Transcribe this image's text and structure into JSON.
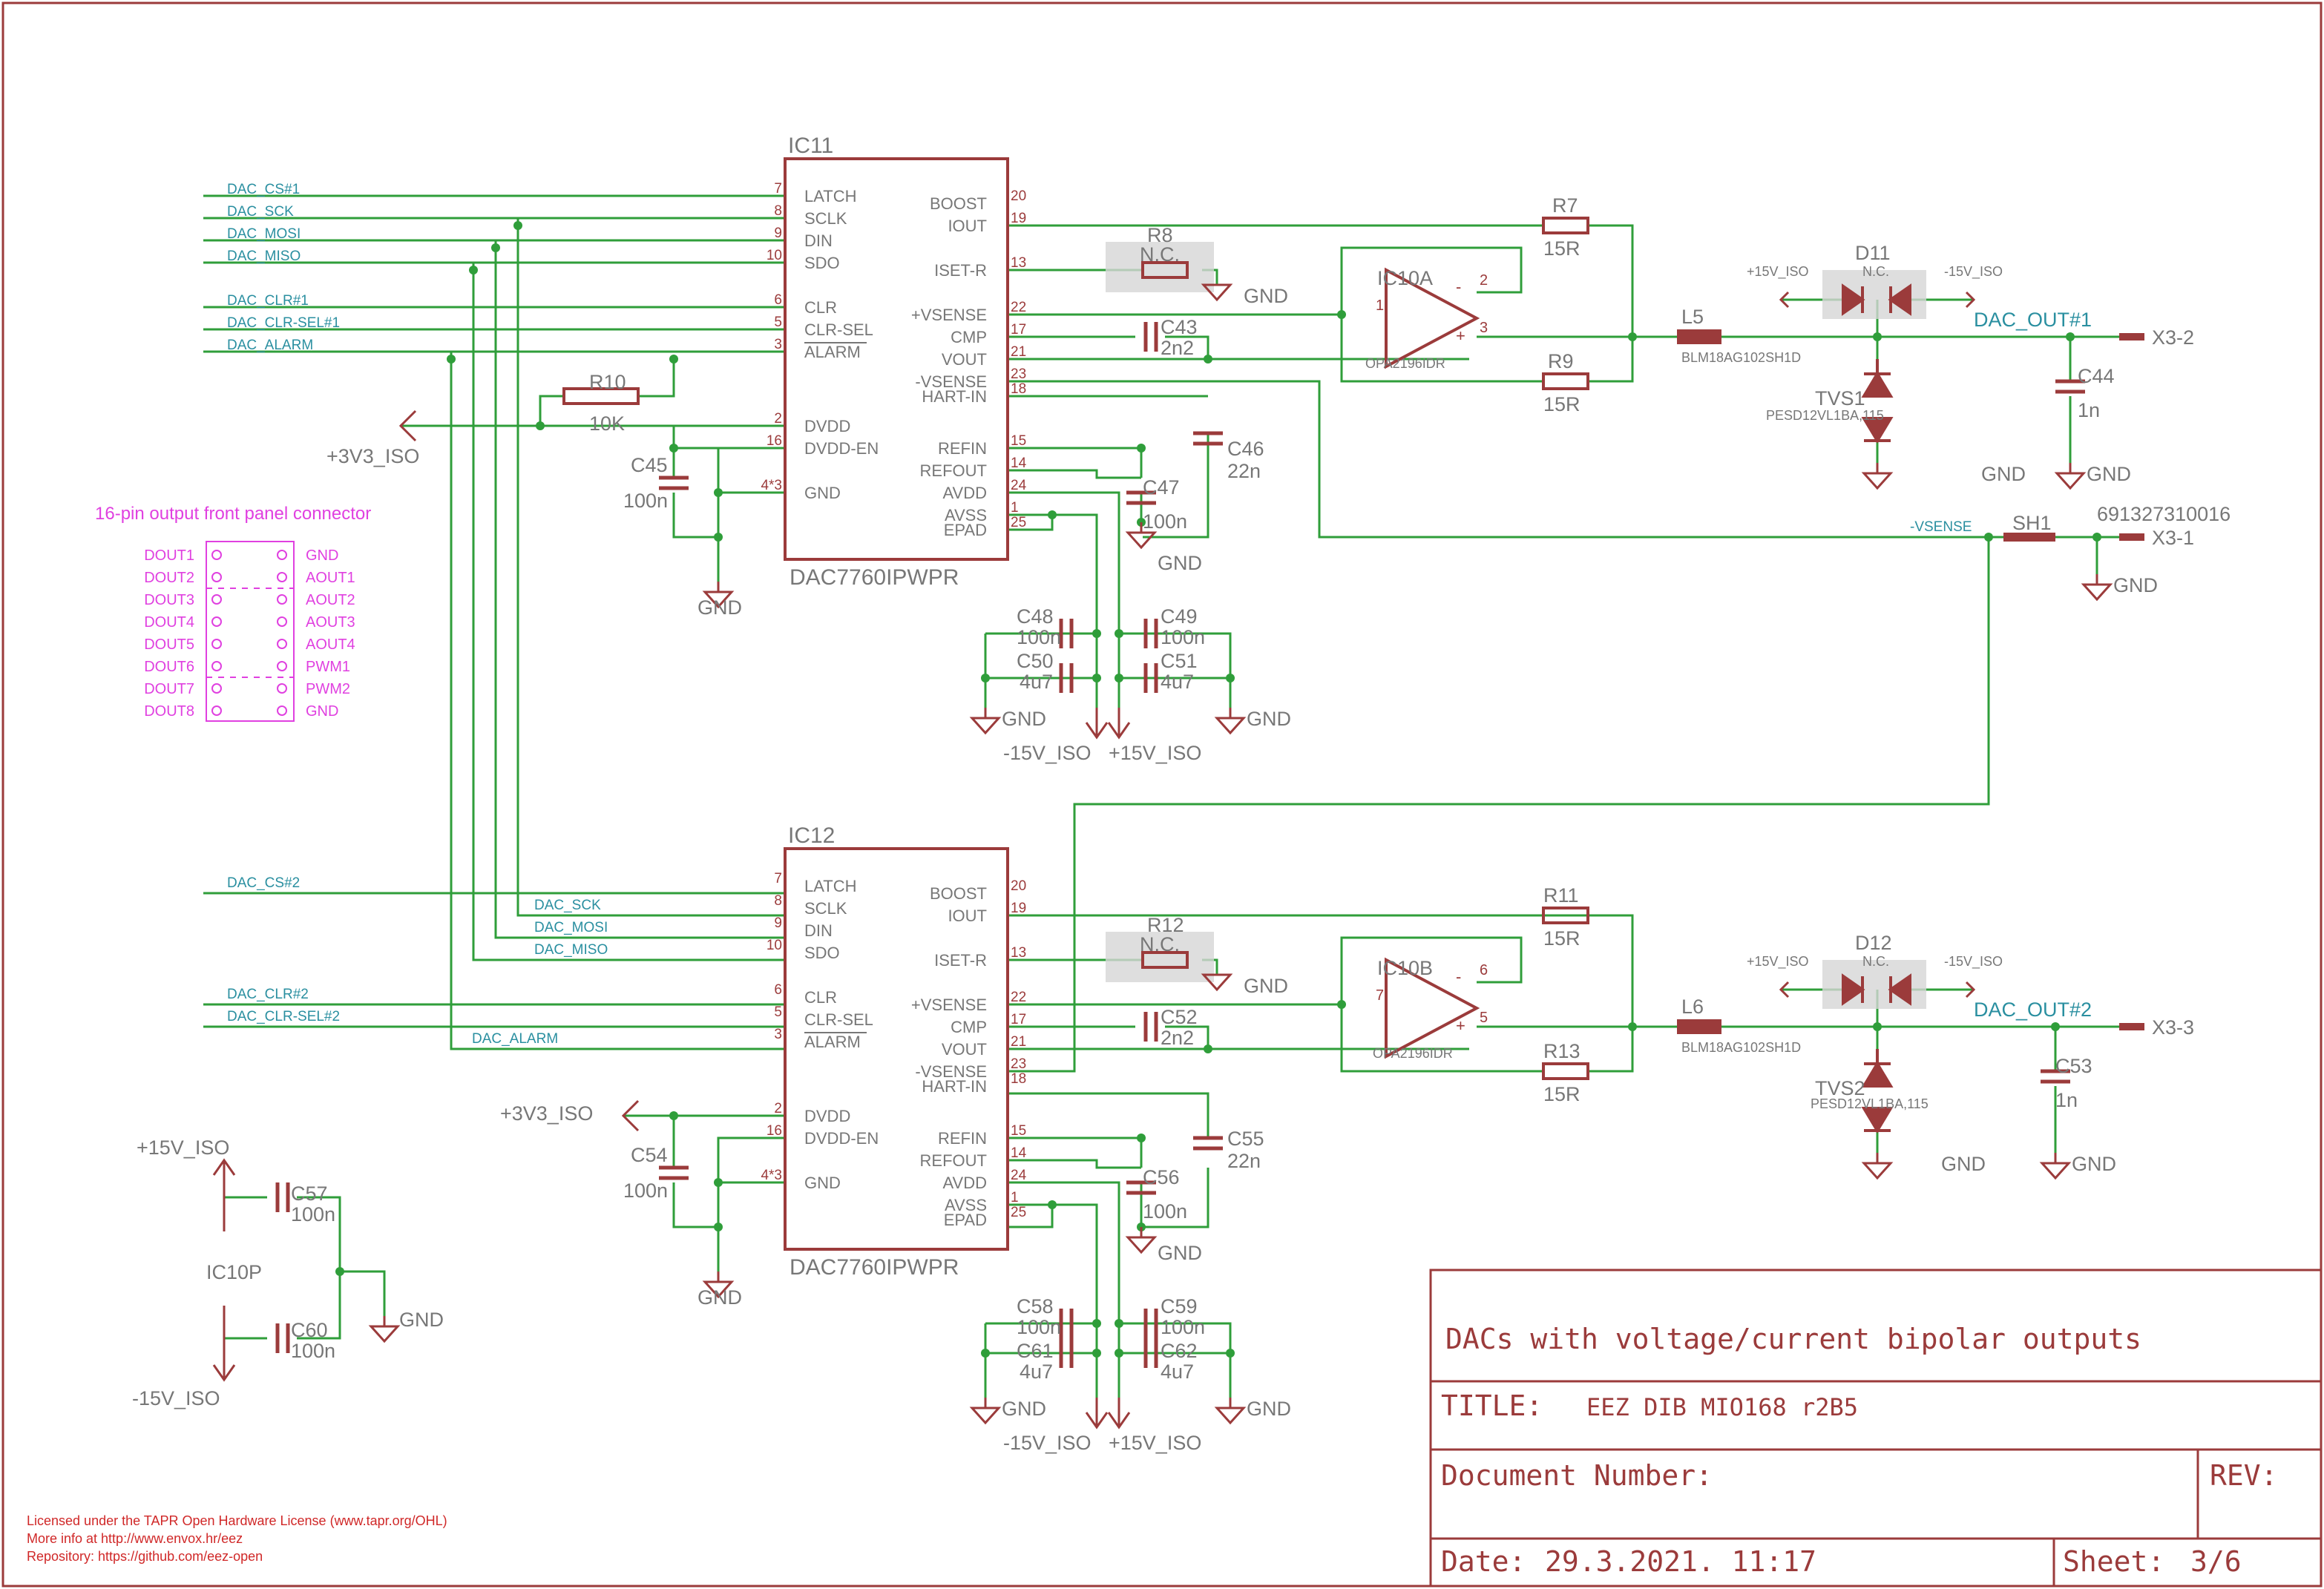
{
  "frame": {
    "title": "DACs with voltage/current bipolar outputs",
    "title_label": "TITLE:",
    "title_value": "EEZ DIB MIO168 r2B5",
    "docnum_label": "Document Number:",
    "rev_label": "REV:",
    "date_label": "Date:",
    "date_value": "29.3.2021. 11:17",
    "sheet_label": "Sheet:",
    "sheet_value": "3/6"
  },
  "license": [
    "Licensed under the TAPR Open Hardware License (www.tapr.org/OHL)",
    "More info at http://www.envox.hr/eez",
    "Repository: https://github.com/eez-open"
  ],
  "connector": {
    "title": "16-pin output front panel connector",
    "left": [
      "DOUT1",
      "DOUT2",
      "DOUT3",
      "DOUT4",
      "DOUT5",
      "DOUT6",
      "DOUT7",
      "DOUT8"
    ],
    "right": [
      "GND",
      "AOUT1",
      "AOUT2",
      "AOUT3",
      "AOUT4",
      "PWM1",
      "PWM2",
      "GND"
    ]
  },
  "dac1": {
    "name": "IC11",
    "part": "DAC7760IPWPR",
    "left_pins": [
      {
        "num": "7",
        "name": "LATCH"
      },
      {
        "num": "8",
        "name": "SCLK"
      },
      {
        "num": "9",
        "name": "DIN"
      },
      {
        "num": "10",
        "name": "SDO"
      },
      {
        "num": "6",
        "name": "CLR"
      },
      {
        "num": "5",
        "name": "CLR-SEL"
      },
      {
        "num": "3",
        "name": "ALARM"
      },
      {
        "num": "2",
        "name": "DVDD"
      },
      {
        "num": "16",
        "name": "DVDD-EN"
      },
      {
        "num": "4*3",
        "name": "GND"
      }
    ],
    "right_pins": [
      {
        "num": "20",
        "name": "BOOST"
      },
      {
        "num": "19",
        "name": "IOUT"
      },
      {
        "num": "13",
        "name": "ISET-R"
      },
      {
        "num": "22",
        "name": "+VSENSE"
      },
      {
        "num": "17",
        "name": "CMP"
      },
      {
        "num": "21",
        "name": "VOUT"
      },
      {
        "num": "23",
        "name": "-VSENSE"
      },
      {
        "num": "18",
        "name": "HART-IN"
      },
      {
        "num": "15",
        "name": "REFIN"
      },
      {
        "num": "14",
        "name": "REFOUT"
      },
      {
        "num": "24",
        "name": "AVDD"
      },
      {
        "num": "1",
        "name": "AVSS"
      },
      {
        "num": "25",
        "name": "EPAD"
      }
    ],
    "nets": [
      "DAC_CS#1",
      "DAC_SCK",
      "DAC_MOSI",
      "DAC_MISO",
      "DAC_CLR#1",
      "DAC_CLR-SEL#1",
      "DAC_ALARM"
    ]
  },
  "dac2": {
    "name": "IC12",
    "part": "DAC7760IPWPR",
    "nets": [
      "DAC_CS#2",
      "DAC_SCK",
      "DAC_MOSI",
      "DAC_MISO",
      "DAC_CLR#2",
      "DAC_CLR-SEL#2",
      "DAC_ALARM"
    ]
  },
  "parts": {
    "R7": [
      "R7",
      "15R"
    ],
    "R9": [
      "R9",
      "15R"
    ],
    "R8": [
      "R8",
      "N.C."
    ],
    "R10": [
      "R10",
      "10K"
    ],
    "R11": [
      "R11",
      "15R"
    ],
    "R13": [
      "R13",
      "15R"
    ],
    "R12": [
      "R12",
      "N.C."
    ],
    "C43": [
      "C43",
      "2n2"
    ],
    "C45": [
      "C45",
      "100n"
    ],
    "C46": [
      "C46",
      "22n"
    ],
    "C47": [
      "C47",
      "100n"
    ],
    "C48": [
      "C48",
      "100n"
    ],
    "C49": [
      "C49",
      "100n"
    ],
    "C50": [
      "C50",
      "4u7"
    ],
    "C51": [
      "C51",
      "4u7"
    ],
    "C44": [
      "C44",
      "1n"
    ],
    "C52": [
      "C52",
      "2n2"
    ],
    "C54": [
      "C54",
      "100n"
    ],
    "C55": [
      "C55",
      "22n"
    ],
    "C56": [
      "C56",
      "100n"
    ],
    "C58": [
      "C58",
      "100n"
    ],
    "C59": [
      "C59",
      "100n"
    ],
    "C61": [
      "C61",
      "4u7"
    ],
    "C62": [
      "C62",
      "4u7"
    ],
    "C53": [
      "C53",
      "1n"
    ],
    "C57": [
      "C57",
      "100n"
    ],
    "C60": [
      "C60",
      "100n"
    ],
    "L5": [
      "L5",
      "BLM18AG102SH1D"
    ],
    "L6": [
      "L6",
      "BLM18AG102SH1D"
    ],
    "D11": [
      "D11",
      "N.C."
    ],
    "D12": [
      "D12",
      "N.C."
    ],
    "TVS1": [
      "TVS1",
      "PESD12VL1BA,115"
    ],
    "TVS2": [
      "TVS2",
      "PESD12VL1BA,115"
    ],
    "IC10A": [
      "IC10A",
      "OPA2196IDR"
    ],
    "IC10B": [
      "IC10B",
      "OPA2196IDR"
    ],
    "IC10P": "IC10P",
    "SH1": "SH1",
    "X3": "691327310016"
  },
  "labels": {
    "gnd": "GND",
    "v33": "+3V3_ISO",
    "p15": "+15V_ISO",
    "m15": "-15V_ISO",
    "dac_out1": "DAC_OUT#1",
    "dac_out2": "DAC_OUT#2",
    "vsense": "-VSENSE",
    "x3_1": "X3-1",
    "x3_2": "X3-2",
    "x3_3": "X3-3",
    "p15_small": "+15V_ISO",
    "m15_small": "-15V_ISO"
  }
}
